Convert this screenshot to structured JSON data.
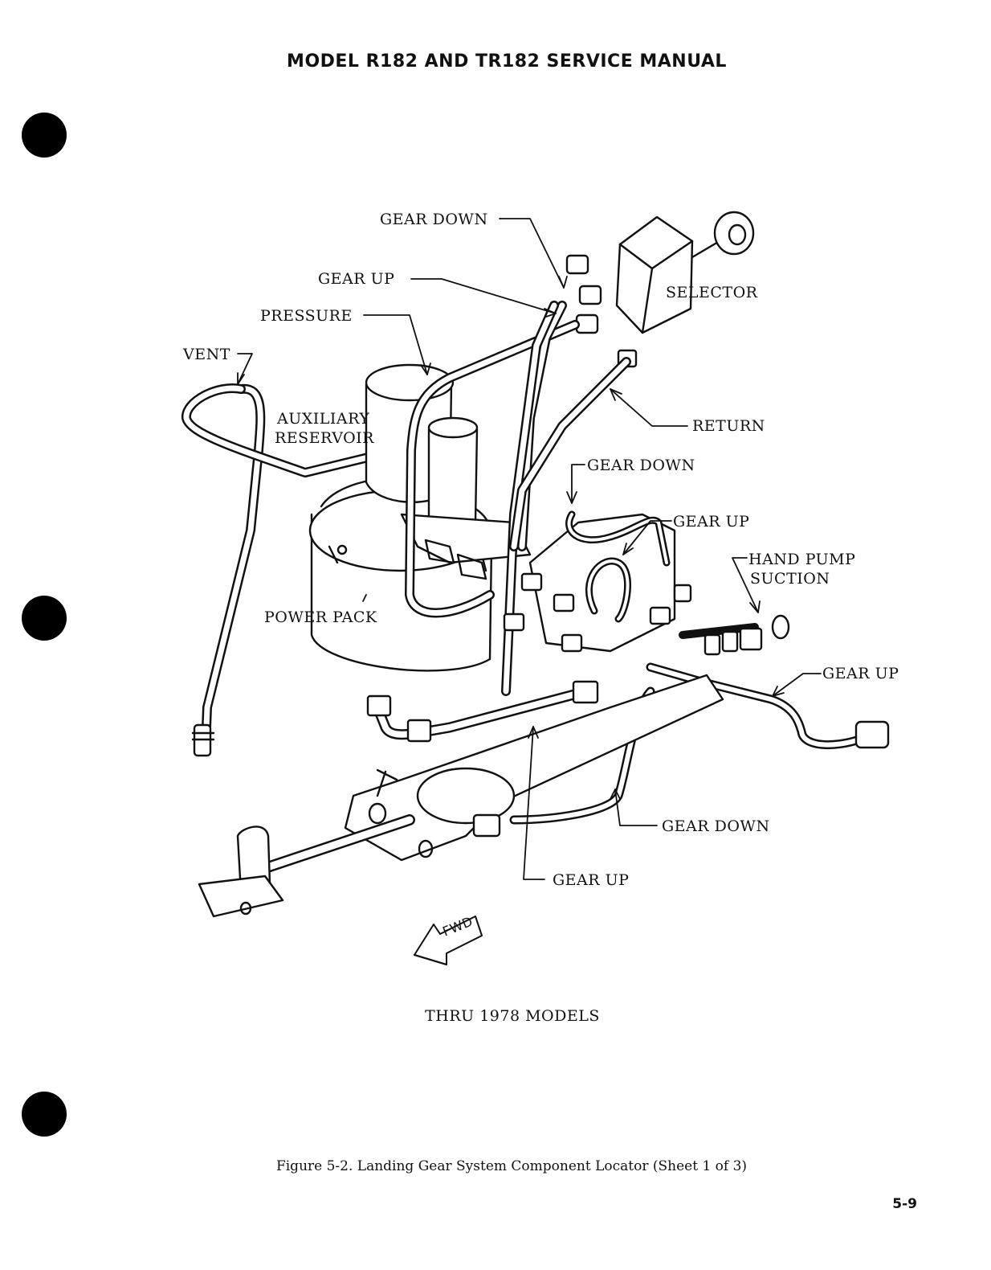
{
  "header": {
    "title": "MODEL R182 AND TR182 SERVICE MANUAL"
  },
  "labels": {
    "gear_down_top": "GEAR DOWN",
    "gear_up_top": "GEAR UP",
    "pressure": "PRESSURE",
    "vent": "VENT",
    "selector": "SELECTOR",
    "return": "RETURN",
    "aux_line1": "AUXILIARY",
    "aux_line2": "RESERVOIR",
    "gear_down_mid": "GEAR DOWN",
    "gear_up_mid": "GEAR UP",
    "hand_pump_line1": "HAND PUMP",
    "hand_pump_line2": "SUCTION",
    "power_pack": "POWER PACK",
    "gear_up_right": "GEAR UP",
    "gear_down_bottom": "GEAR DOWN",
    "gear_up_bottom": "GEAR UP",
    "fwd": "FWD"
  },
  "applicability": "THRU 1978 MODELS",
  "figure_caption": "Figure 5-2. Landing Gear System Component Locator (Sheet 1 of 3)",
  "page_number": "5-9"
}
